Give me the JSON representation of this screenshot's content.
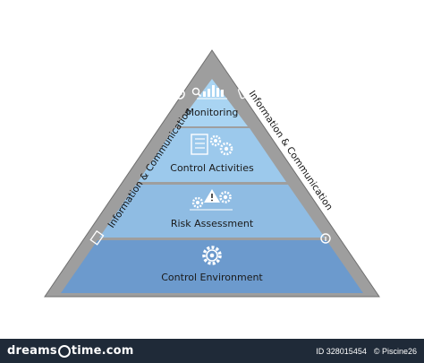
{
  "diagram": {
    "levels": [
      {
        "label": "Monitoring",
        "icon": "bar-chart-magnifier-icon"
      },
      {
        "label": "Control Activities",
        "icon": "checklist-gears-icon"
      },
      {
        "label": "Risk Assessment",
        "icon": "warning-gears-icon"
      },
      {
        "label": "Control Environment",
        "icon": "gear-icon"
      }
    ],
    "side_labels": {
      "left": "Information & Communication",
      "right": "Information & Communication"
    },
    "colors": {
      "frame": "#9e9e9e",
      "frame_edge": "#6f6f6f",
      "level1": "#a9d4f2",
      "level2": "#9cc9ec",
      "level3": "#8fbce3",
      "level4": "#6c9acd",
      "separator": "#ffffff"
    }
  },
  "footer": {
    "logo_left": "dreams",
    "logo_right": "time.com",
    "id_text": "ID 328015454",
    "credit": "© Piscine26"
  }
}
